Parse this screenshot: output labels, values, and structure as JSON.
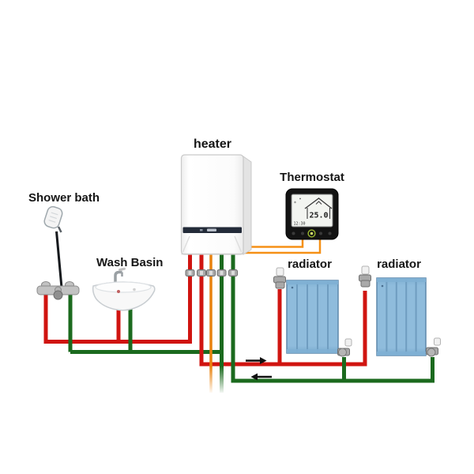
{
  "labels": {
    "heater": "heater",
    "thermostat": "Thermostat",
    "shower_bath": "Shower bath",
    "wash_basin": "Wash Basin",
    "radiator_left": "radiator",
    "radiator_right": "radiator"
  },
  "thermostat": {
    "temperature": "25.0",
    "time": "12:30"
  },
  "arrows": {
    "flow_to_radiators": "right",
    "return_from_radiators": "left"
  },
  "colors": {
    "pipe-red": "#d01410",
    "pipe-green": "#1b6a1e",
    "pipe-orange": "#e8820e",
    "wire-orange": "#f59016",
    "radiator-fill": "#8fbcdc",
    "radiator-line": "#6f9dc0",
    "radiator-border": "#5e88ab",
    "thermostat-body": "#131313",
    "thermostat-screen": "#f3f5f1",
    "thermostat-accent": "#9ab82f",
    "heater-band": "#232b39",
    "arrow": "#111111"
  }
}
